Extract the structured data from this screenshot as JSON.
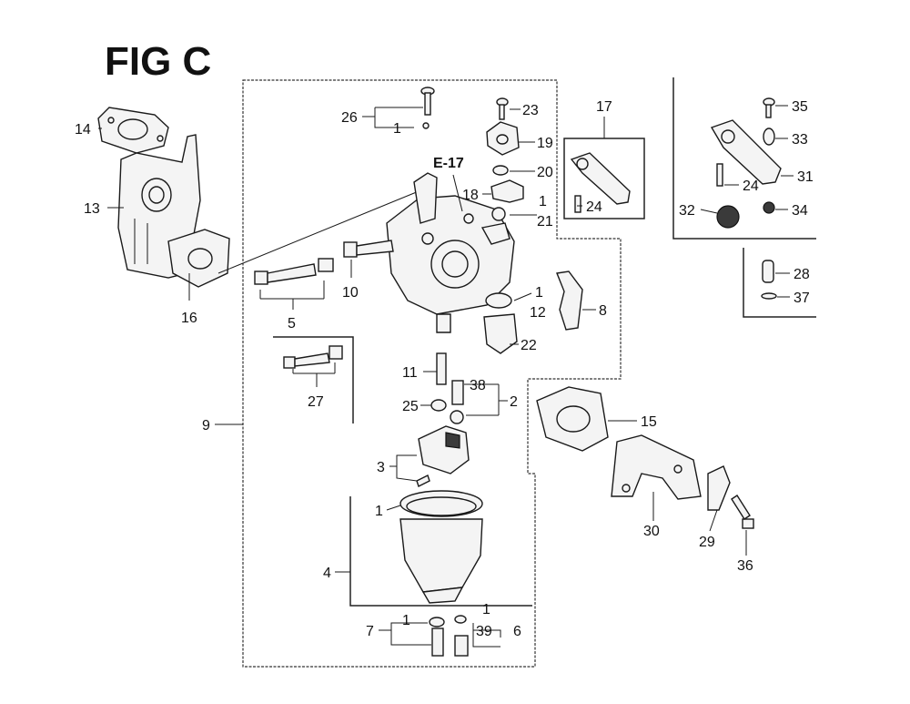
{
  "figure": {
    "title": "FIG C",
    "reference_label": "E-17"
  },
  "callouts": {
    "c1a": "1",
    "c1b": "1",
    "c1c": "1",
    "c1d": "1",
    "c1e": "1",
    "c1f": "1",
    "c1g": "1",
    "c2": "2",
    "c3": "3",
    "c4": "4",
    "c5": "5",
    "c6": "6",
    "c7": "7",
    "c8": "8",
    "c9": "9",
    "c10": "10",
    "c11": "11",
    "c12": "12",
    "c13": "13",
    "c14": "14",
    "c15": "15",
    "c16": "16",
    "c17": "17",
    "c18": "18",
    "c19": "19",
    "c20": "20",
    "c21": "21",
    "c22": "22",
    "c23": "23",
    "c24a": "24",
    "c24b": "24",
    "c25": "25",
    "c26": "26",
    "c27": "27",
    "c28": "28",
    "c29": "29",
    "c30": "30",
    "c31": "31",
    "c32": "32",
    "c33": "33",
    "c34": "34",
    "c35": "35",
    "c36": "36",
    "c37": "37",
    "c38": "38",
    "c39": "39"
  }
}
